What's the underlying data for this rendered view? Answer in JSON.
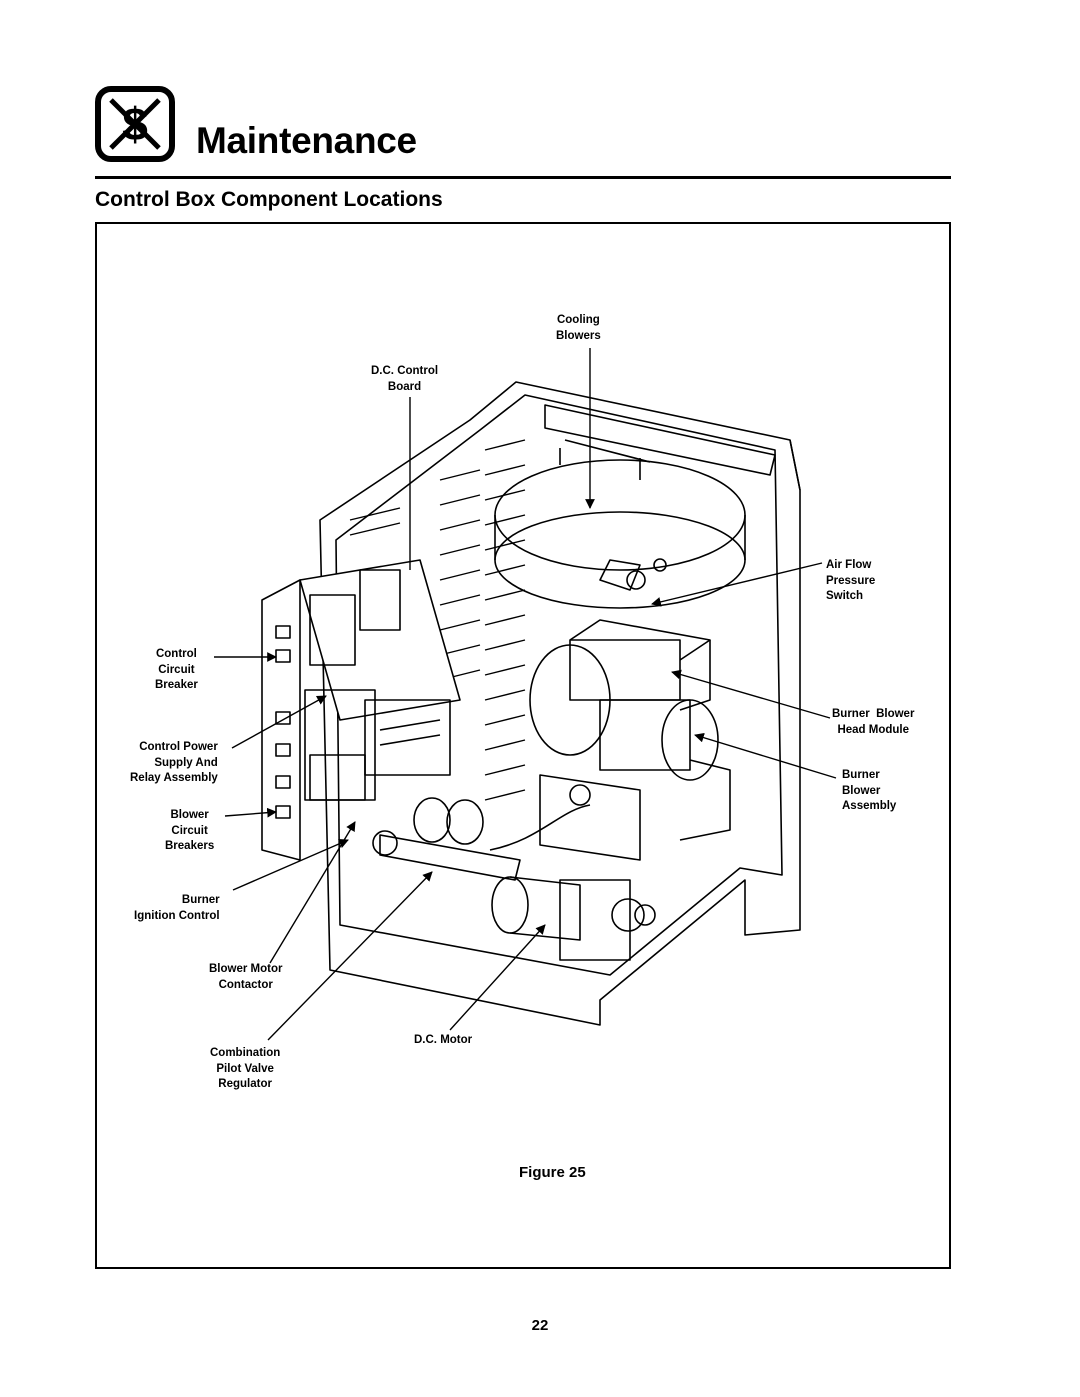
{
  "header": {
    "section_title": "Maintenance",
    "logo_icon": "no-cost-dollar-icon"
  },
  "section": {
    "heading": "Control Box Component Locations"
  },
  "figure": {
    "caption": "Figure 25",
    "labels": {
      "cooling_blowers": "Cooling\nBlowers",
      "dc_control_board": "D.C. Control\nBoard",
      "air_flow_pressure_switch": "Air Flow\nPressure\nSwitch",
      "control_circuit_breaker": "Control\nCircuit\nBreaker",
      "burner_blower_head_module": "Burner  Blower\nHead Module",
      "control_power_supply": "Control Power\nSupply And\nRelay Assembly",
      "burner_blower_assembly": "Burner\nBlower\nAssembly",
      "blower_circuit_breakers": "Blower\nCircuit\nBreakers",
      "burner_ignition_control": "Burner\nIgnition Control",
      "blower_motor_contactor": "Blower Motor\nContactor",
      "dc_motor": "D.C. Motor",
      "combination_pilot_valve": "Combination\nPilot Valve\nRegulator"
    }
  },
  "footer": {
    "page_number": "22"
  }
}
